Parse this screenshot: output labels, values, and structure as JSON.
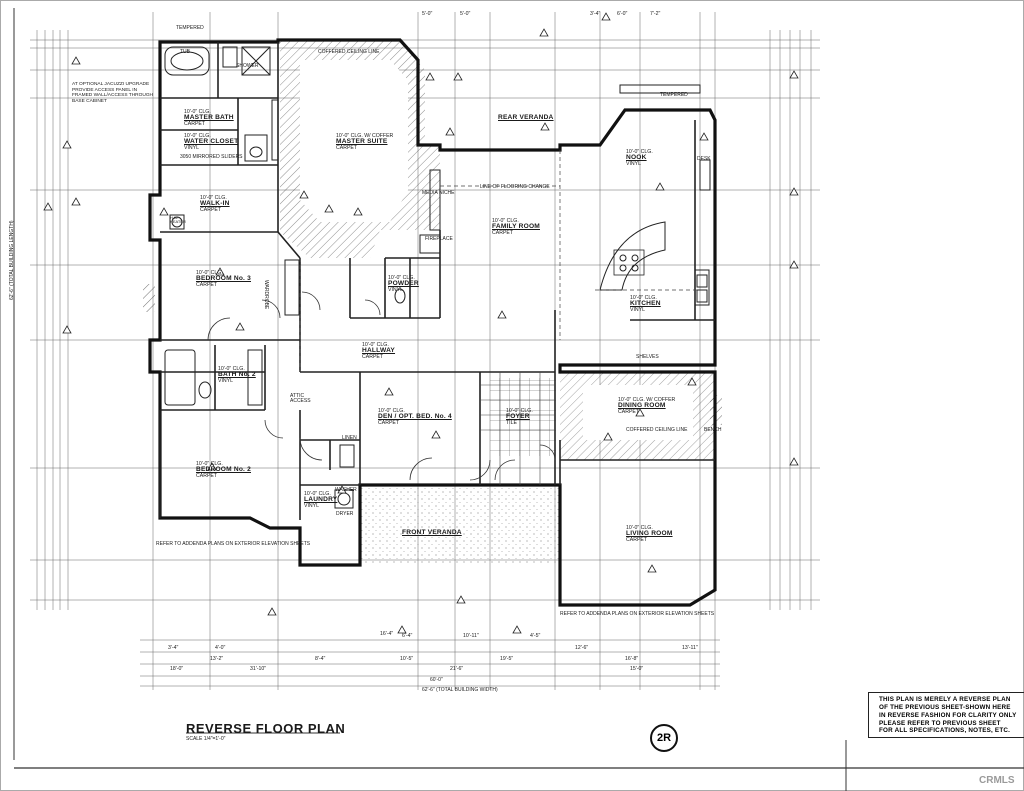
{
  "sheet": {
    "title": "REVERSE FLOOR PLAN",
    "scale": "SCALE 1/4\"=1'-0\"",
    "sheet_number": "2R",
    "note_lines": [
      "THIS  PLAN IS MERELY A REVERSE PLAN",
      "OF THE PREVIOUS SHEET-SHOWN HERE",
      "IN REVERSE FASHION FOR CLARITY ONLY",
      "PLEASE  REFER TO PREVIOUS SHEET",
      "FOR ALL  SPECIFICATIONS, NOTES, ETC."
    ],
    "watermark": "CRMLS"
  },
  "rooms": {
    "master_bath": {
      "name": "MASTER BATH",
      "ceiling": "10'-0\" CLG.",
      "floor": "CARPET"
    },
    "water_closet": {
      "name": "WATER CLOSET",
      "ceiling": "10'-0\" CLG.",
      "floor": "VINYL"
    },
    "walk_in": {
      "name": "WALK-IN",
      "ceiling": "10'-0\" CLG.",
      "floor": "CARPET"
    },
    "master_suite": {
      "name": "MASTER SUITE",
      "ceiling": "10'-0\" CLG. W/ COFFER",
      "floor": "CARPET"
    },
    "bedroom_3": {
      "name": "BEDROOM No. 3",
      "ceiling": "10'-0\" CLG.",
      "floor": "CARPET"
    },
    "powder": {
      "name": "POWDER",
      "ceiling": "10'-0\" CLG.",
      "floor": "VINYL"
    },
    "family_room": {
      "name": "FAMILY ROOM",
      "ceiling": "10'-0\" CLG.",
      "floor": "CARPET"
    },
    "nook": {
      "name": "NOOK",
      "ceiling": "10'-0\" CLG.",
      "floor": "VINYL"
    },
    "kitchen": {
      "name": "KITCHEN",
      "ceiling": "10'-0\" CLG.",
      "floor": "VINYL"
    },
    "hallway": {
      "name": "HALLWAY",
      "ceiling": "10'-0\" CLG.",
      "floor": "CARPET"
    },
    "bath_2": {
      "name": "BATH No. 2",
      "ceiling": "10'-0\" CLG.",
      "floor": "VINYL"
    },
    "den_bed_4": {
      "name": "DEN / OPT. BED. No. 4",
      "ceiling": "10'-0\" CLG.",
      "floor": "CARPET"
    },
    "foyer": {
      "name": "FOYER",
      "ceiling": "10'-0\" CLG.",
      "floor": "TILE"
    },
    "dining_room": {
      "name": "DINING ROOM",
      "ceiling": "10'-0\" CLG. W/ COFFER",
      "floor": "CARPET"
    },
    "bedroom_2": {
      "name": "BEDROOM No. 2",
      "ceiling": "10'-0\" CLG.",
      "floor": "CARPET"
    },
    "laundry": {
      "name": "LAUNDRY",
      "ceiling": "10'-0\" CLG.",
      "floor": "VINYL"
    },
    "living_room": {
      "name": "LIVING ROOM",
      "ceiling": "10'-0\" CLG.",
      "floor": "CARPET"
    }
  },
  "labels": {
    "rear_veranda": "REAR VERANDA",
    "front_veranda": "FRONT VERANDA",
    "line_of_flooring_change": "LINE OF FLOORING CHANGE",
    "coffered_ceiling_line": "COFFERED CEILING LINE",
    "coffered_ceiling_line_top": "COFFERED CEILING LINE",
    "fireplace": "FIREPLACE",
    "media_niche": "MEDIA NICHE",
    "desk": "DESK",
    "shelves": "SHELVES",
    "linen": "LINEN",
    "washer": "WASHER",
    "dryer": "DRYER",
    "attic_access": "ATTIC ACCESS",
    "wardrobe": "WARDROBE",
    "tempered_top": "TEMPERED",
    "tempered_nook": "TEMPERED",
    "tub": "TUB",
    "shower": "SHOWER",
    "bench": "BENCH",
    "mirrored_sliders": "3050 MIRRORED SLIDERS",
    "jacuzzi_note": "AT OPTIONAL JACUZZI UPGRADE PROVIDE ACCESS PANEL IN FRAMED WALL/ACCESS THROUGH BASE CABINET",
    "hw_heater": "H.W. HEATER",
    "refer_elevations_left": "REFER TO ADDENDA PLANS ON EXTERIOR ELEVATION SHEETS",
    "refer_elevations_right": "REFER TO ADDENDA PLANS ON EXTERIOR ELEVATION SHEETS",
    "total_width": "62'-6\" (TOTAL BUILDING WIDTH)",
    "total_length_left": "62'-6\" (TOTAL BUILDING LENGTH)",
    "overall_dim": "60'-0\"",
    "dims": [
      "16'-4\"",
      "5'-0\"",
      "5'-0\"",
      "6'-0\"",
      "6'-4\"",
      "10'-11\"",
      "4'-5\"",
      "7'-2\"",
      "31'-10\"",
      "10'-5\"",
      "21'-6\"",
      "19'-5\"",
      "16'-8\"",
      "13'-2\"",
      "8'-4\"",
      "15'-0\"",
      "4'-0\"",
      "3'-4\"",
      "12'-6\"",
      "18'-0\"",
      "13'-11\"",
      "3'-4\""
    ]
  }
}
